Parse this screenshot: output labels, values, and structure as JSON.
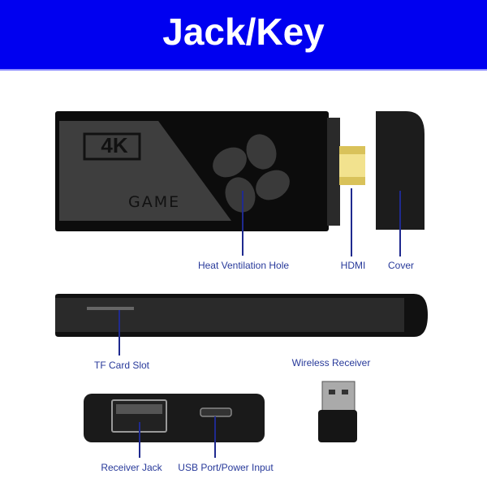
{
  "header": {
    "title": "Jack/Key"
  },
  "device": {
    "badge": "4K",
    "brand": "GAME"
  },
  "labels": {
    "heat": "Heat Ventilation Hole",
    "hdmi": "HDMI",
    "cover": "Cover",
    "tf": "TF Card Slot",
    "wireless": "Wireless Receiver",
    "receiver_jack": "Receiver Jack",
    "usb": "USB Port/Power Input"
  },
  "colors": {
    "header": "#0000f0",
    "label": "#27399a"
  }
}
